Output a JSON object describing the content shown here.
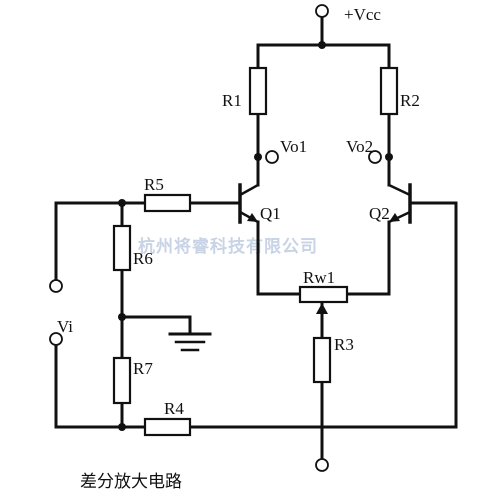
{
  "labels": {
    "vcc": "+Vcc",
    "r1": "R1",
    "r2": "R2",
    "r3": "R3",
    "r4": "R4",
    "r5": "R5",
    "r6": "R6",
    "r7": "R7",
    "rw1": "Rw1",
    "vo1": "Vo1",
    "vo2": "Vo2",
    "q1": "Q1",
    "q2": "Q2",
    "vi": "Vi"
  },
  "caption": "差分放大电路",
  "watermark": "杭州将睿科技有限公司"
}
